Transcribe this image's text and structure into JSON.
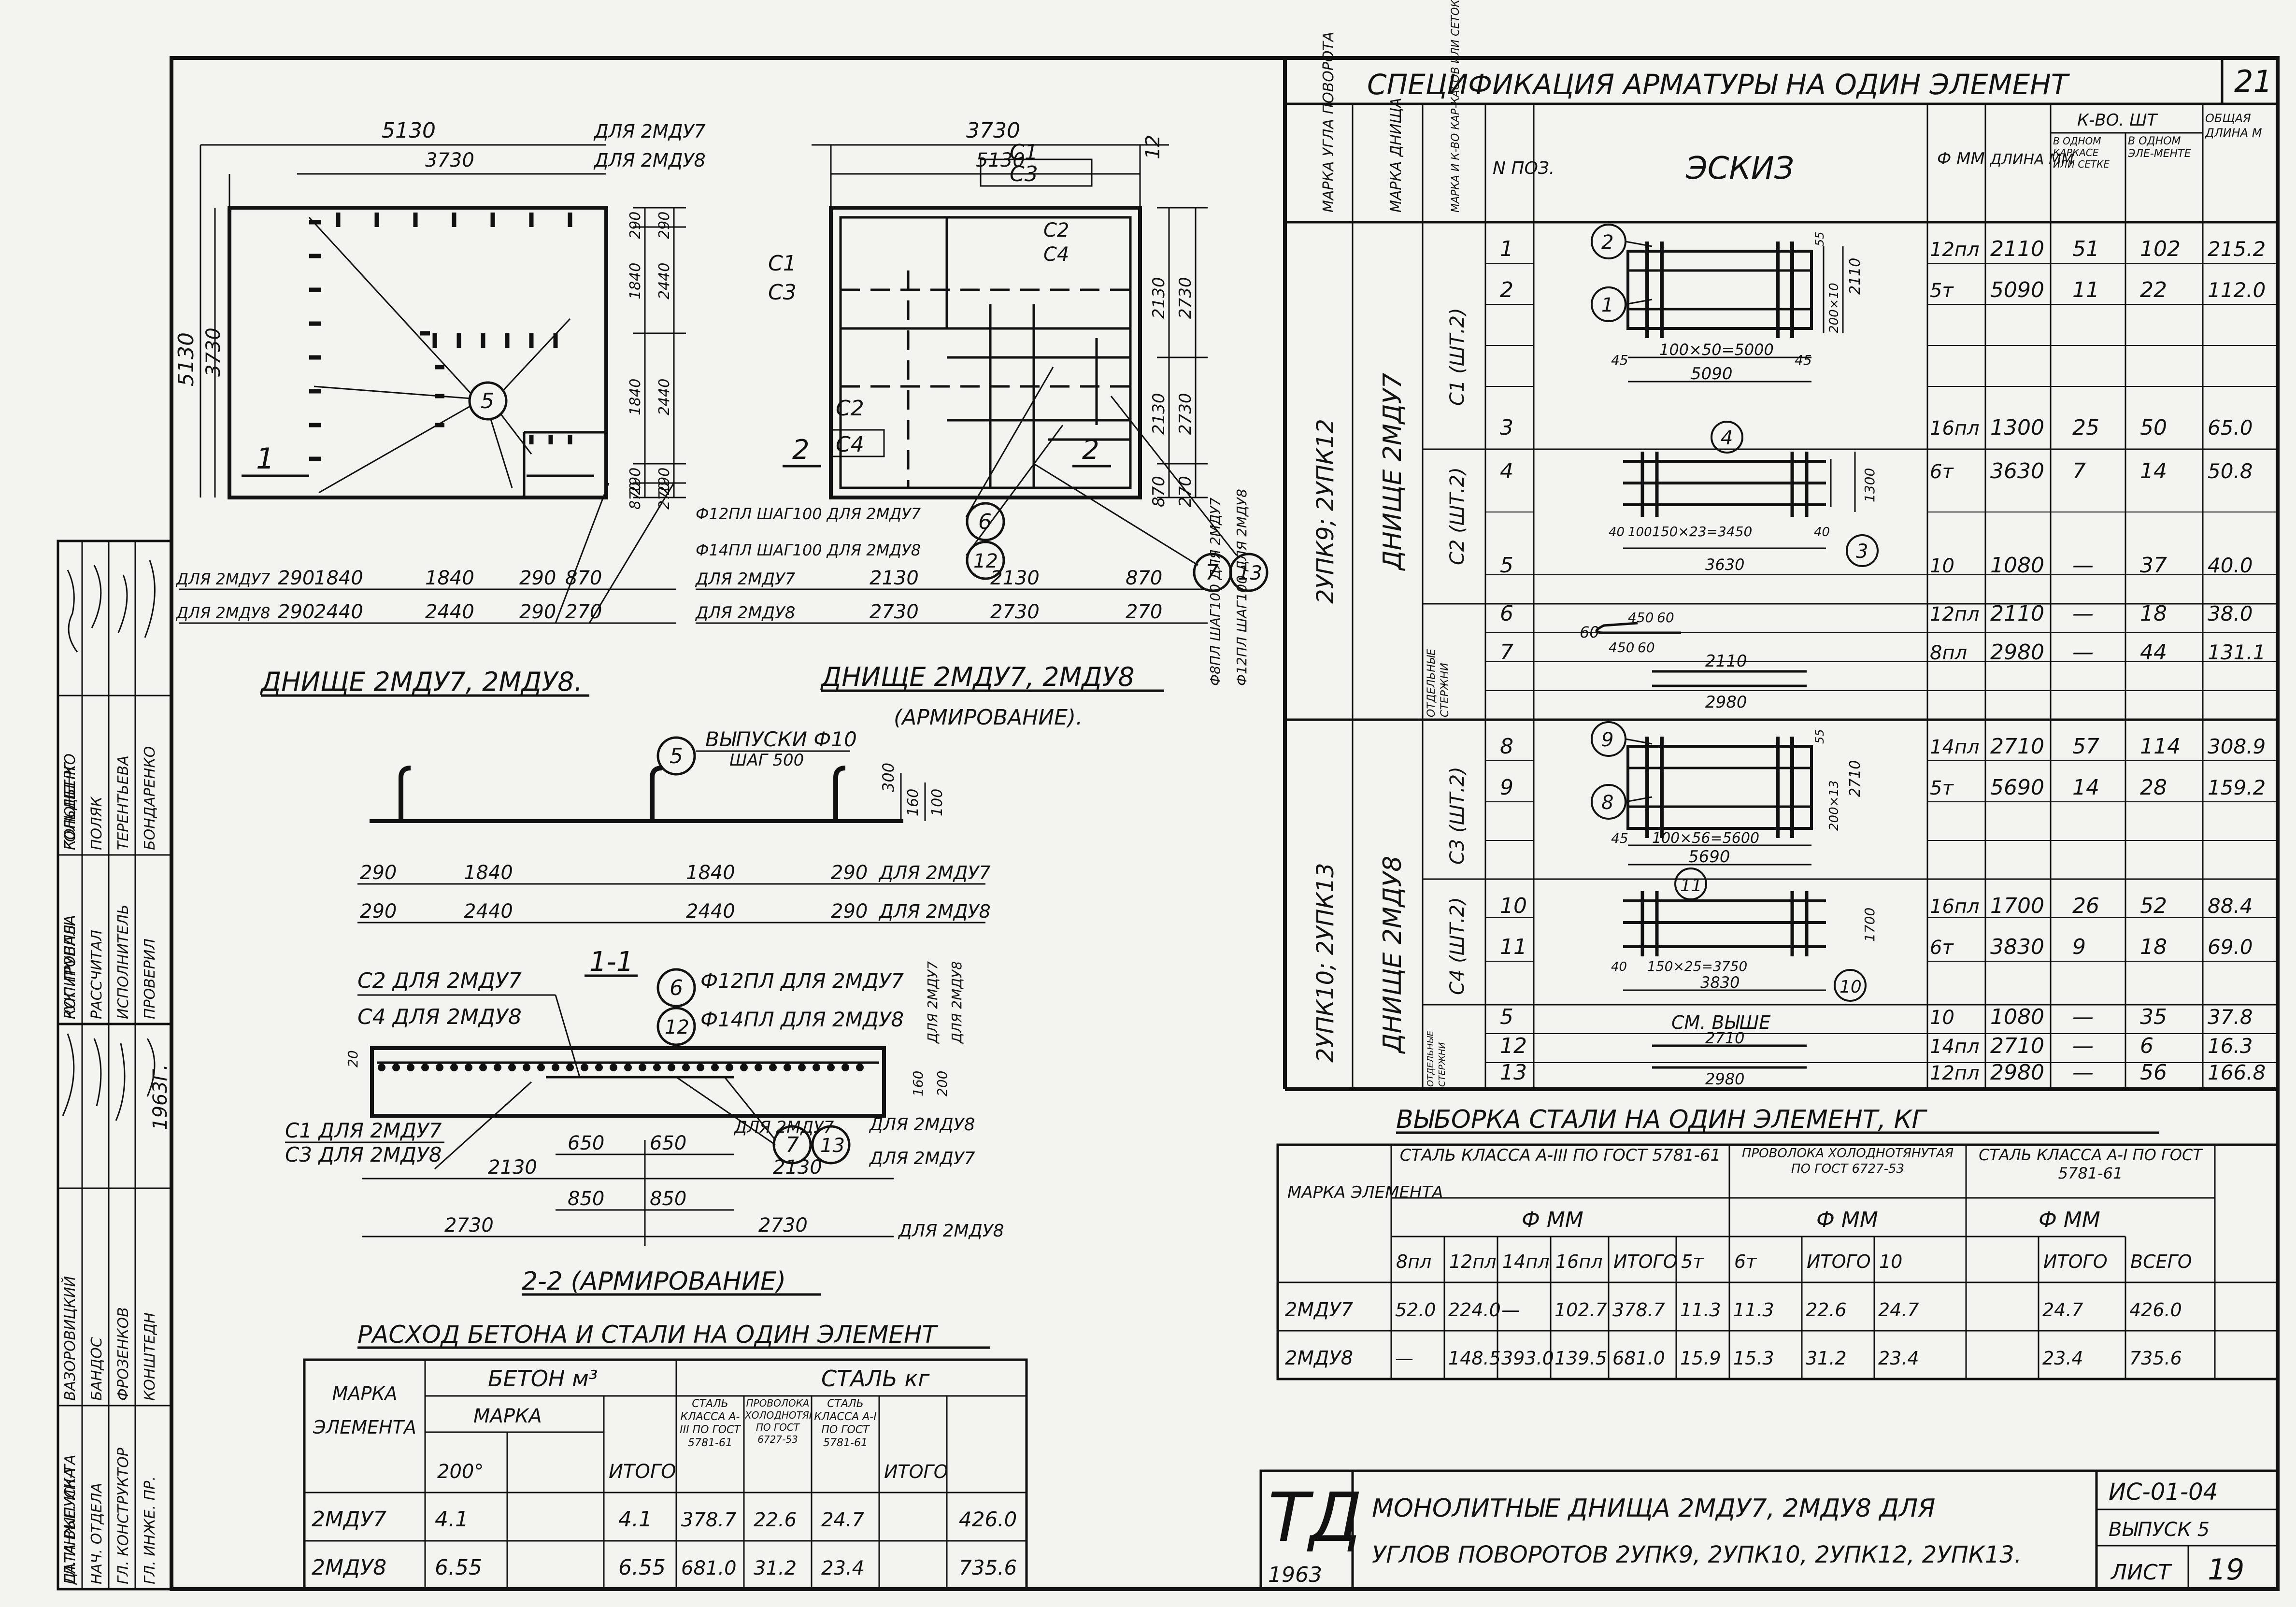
{
  "sheet_number": "21",
  "spec": {
    "title": "СПЕЦИФИКАЦИЯ АРМАТУРЫ НА ОДИН ЭЛЕМЕНТ",
    "headers": {
      "marka_ugla": "МАРКА УГЛА ПОВОРОТА",
      "marka_dnisha": "МАРКА ДНИЩА",
      "marka_karkasa": "МАРКА И К-ВО КАР-КАСОВ ИЛИ СЕТОК",
      "pos": "N ПОЗ.",
      "sketch": "ЭСКИЗ",
      "diam": "Ф ММ",
      "length": "ДЛИНА ММ",
      "qty": "К-ВО. ШТ",
      "qty_one": "В ОДНОМ КАРКАСЕ ИЛИ СЕТКЕ",
      "qty_elem": "В ОДНОМ ЭЛЕ-МЕНТЕ",
      "total_len": "ОБЩАЯ ДЛИНА М"
    },
    "group1": {
      "ugol": "2УПК9; 2УПК12",
      "dnishe": "ДНИЩЕ 2МДУ7",
      "karkas_a": "С1 (ШТ.2)",
      "karkas_b": "С2 (ШТ.2)",
      "otd": "ОТДЕЛЬНЫЕ СТЕРЖНИ"
    },
    "group2": {
      "ugol": "2УПК10; 2УПК13",
      "dnishe": "ДНИЩЕ 2МДУ8",
      "karkas_a": "С3 (ШТ.2)",
      "karkas_b": "С4 (ШТ.2)",
      "otd": "ОТДЕЛЬНЫЕ СТЕРЖНИ"
    },
    "rows": [
      {
        "pos": "1",
        "diam": "12пл",
        "len": "2110",
        "one": "51",
        "elem": "102",
        "total": "215.2"
      },
      {
        "pos": "2",
        "diam": "5т",
        "len": "5090",
        "one": "11",
        "elem": "22",
        "total": "112.0"
      },
      {
        "pos": "3",
        "diam": "16пл",
        "len": "1300",
        "one": "25",
        "elem": "50",
        "total": "65.0"
      },
      {
        "pos": "4",
        "diam": "6т",
        "len": "3630",
        "one": "7",
        "elem": "14",
        "total": "50.8"
      },
      {
        "pos": "5",
        "diam": "10",
        "len": "1080",
        "one": "—",
        "elem": "37",
        "total": "40.0"
      },
      {
        "pos": "6",
        "diam": "12пл",
        "len": "2110",
        "one": "—",
        "elem": "18",
        "total": "38.0"
      },
      {
        "pos": "7",
        "diam": "8пл",
        "len": "2980",
        "one": "—",
        "elem": "44",
        "total": "131.1"
      },
      {
        "pos": "8",
        "diam": "14пл",
        "len": "2710",
        "one": "57",
        "elem": "114",
        "total": "308.9"
      },
      {
        "pos": "9",
        "diam": "5т",
        "len": "5690",
        "one": "14",
        "elem": "28",
        "total": "159.2"
      },
      {
        "pos": "10",
        "diam": "16пл",
        "len": "1700",
        "one": "26",
        "elem": "52",
        "total": "88.4"
      },
      {
        "pos": "11",
        "diam": "6т",
        "len": "3830",
        "one": "9",
        "elem": "18",
        "total": "69.0"
      },
      {
        "pos": "5",
        "diam": "10",
        "len": "1080",
        "one": "—",
        "elem": "35",
        "total": "37.8"
      },
      {
        "pos": "12",
        "diam": "14пл",
        "len": "2710",
        "one": "—",
        "elem": "6",
        "total": "16.3"
      },
      {
        "pos": "13",
        "diam": "12пл",
        "len": "2980",
        "one": "—",
        "elem": "56",
        "total": "166.8"
      }
    ],
    "sketch_labels": {
      "s1_dim": "100×50=5000",
      "s1_len": "5090",
      "s1_h": "2110",
      "s1_side": "200×10",
      "s2_dim": "150×23=3450",
      "s2_len": "3630",
      "s2_h": "1300",
      "s5_a": "450",
      "s5_b": "60",
      "s6": "2110",
      "s7": "2980",
      "s3_dim": "100×56=5600",
      "s3_len": "5690",
      "s3_h": "2710",
      "s3_side": "200×13",
      "s4_dim": "150×25=3750",
      "s4_len": "3830",
      "s4_h": "1700",
      "sm_vyshe": "СМ. ВЫШЕ",
      "s12": "2710",
      "s13": "2980",
      "n45": "45",
      "n55": "55",
      "n40": "40",
      "n60": "60",
      "n100": "100"
    }
  },
  "vyborka": {
    "title": "ВЫБОРКА СТАЛИ НА ОДИН ЭЛЕМЕНТ, КГ",
    "h_marka": "МАРКА ЭЛЕМЕНТА",
    "h_a3": "СТАЛЬ КЛАССА А-III ПО ГОСТ 5781-61",
    "h_wire": "ПРОВОЛОКА ХОЛОДНОТЯНУТАЯ ПО ГОСТ 6727-53",
    "h_a1": "СТАЛЬ КЛАССА А-I ПО ГОСТ 5781-61",
    "h_phi": "Ф ММ",
    "cols": [
      "8пл",
      "12пл",
      "14пл",
      "16пл",
      "ИТОГО",
      "5т",
      "6т",
      "ИТОГО",
      "10",
      "",
      "ИТОГО",
      "ВСЕГО"
    ],
    "rows": [
      {
        "marka": "2МДУ7",
        "v": [
          "52.0",
          "224.0",
          "—",
          "102.7",
          "378.7",
          "11.3",
          "11.3",
          "22.6",
          "24.7",
          "",
          "24.7",
          "426.0"
        ]
      },
      {
        "marka": "2МДУ8",
        "v": [
          "—",
          "148.5",
          "393.0",
          "139.5",
          "681.0",
          "15.9",
          "15.3",
          "31.2",
          "23.4",
          "",
          "23.4",
          "735.6"
        ]
      }
    ]
  },
  "rashod": {
    "title": "РАСХОД БЕТОНА И СТАЛИ НА ОДИН ЭЛЕМЕНТ",
    "h_marka": "МАРКА ЭЛЕМЕНТА",
    "h_beton": "БЕТОН м³",
    "h_beton_marka": "МАРКА",
    "h_200": "200°",
    "h_itogo": "ИТОГО",
    "h_stal": "СТАЛЬ кг",
    "h_s1": "СТАЛЬ КЛАССА А-III ПО ГОСТ 5781-61",
    "h_s2": "ПРОВОЛОКА ХОЛОДНОТЯНУТАЯ ПО ГОСТ 6727-53",
    "h_s3": "СТАЛЬ КЛАССА А-I ПО ГОСТ 5781-61",
    "h_itogo2": "ИТОГО",
    "rows": [
      {
        "marka": "2МДУ7",
        "b200": "4.1",
        "bit": "4.1",
        "s1": "378.7",
        "s2": "22.6",
        "s3": "24.7",
        "it": "426.0"
      },
      {
        "marka": "2МДУ8",
        "b200": "6.55",
        "bit": "6.55",
        "s1": "681.0",
        "s2": "31.2",
        "s3": "23.4",
        "it": "735.6"
      }
    ]
  },
  "title_block": {
    "logo": "ТД",
    "year": "1963",
    "title_l1": "МОНОЛИТНЫЕ ДНИЩА 2МДУ7, 2МДУ8 ДЛЯ",
    "title_l2": "УГЛОВ ПОВОРОТОВ 2УПК9, 2УПК10, 2УПК12, 2УПК13.",
    "code": "ИС-01-04",
    "vypusk": "ВЫПУСК 5",
    "list_label": "ЛИСТ",
    "list_num": "19"
  },
  "stamp": {
    "roles": [
      "ГЛ. ИНЖЕ. ИН-ТА",
      "НАЧ. ОТДЕЛА",
      "ГЛ. КОНСТРУКТОР",
      "ГЛ. ИНЖЕ. ПР.",
      "ДАТА ВЫПУСКА",
      "РУК. ГРУППЫ",
      "РАССЧИТАЛ",
      "ИСПОЛНИТЕЛЬ",
      "ПРОВЕРИЛ",
      "КОПИРОВАЛА"
    ],
    "names": [
      "ВАЗОРОВИЦКИЙ",
      "БАНДОС",
      "ФРОЗЕНКОВ",
      "КОНШТЕДН",
      "",
      "КОНОНЕНКО",
      "ПОЛЯК",
      "ТЕРЕНТЬЕВА",
      "БОНДАРЕНКО",
      "ГОЛЬДБЕРГ"
    ],
    "date": "1963Г."
  },
  "plan1": {
    "caption": "ДНИЩЕ 2МДУ7, 2МДУ8.",
    "top_dim1": "5130",
    "top_dim1_for": "ДЛЯ 2МДУ7",
    "top_dim2": "3730",
    "top_dim2_for": "ДЛЯ 2МДУ8",
    "left_dim1": "5130",
    "left_dim2": "3730",
    "right_a": [
      "290",
      "1840",
      "1840",
      "290",
      "870"
    ],
    "right_b": [
      "290",
      "2440",
      "2440",
      "290",
      "270"
    ],
    "bottom_for7": "ДЛЯ 2МДУ7",
    "bottom_for8": "ДЛЯ 2МДУ8",
    "bottom7": [
      "290",
      "1840",
      "1840",
      "290",
      "870"
    ],
    "bottom8": [
      "290",
      "2440",
      "2440",
      "290",
      "270"
    ],
    "section": "1",
    "callout": "5"
  },
  "plan2": {
    "caption": "ДНИЩЕ 2МДУ7, 2МДУ8",
    "caption2": "(АРМИРОВАНИЕ).",
    "top_dim1": "3730",
    "top_dim2": "5130",
    "labels": [
      "С1",
      "С3",
      "С2",
      "С4"
    ],
    "right_a": [
      "2130",
      "2130",
      "870"
    ],
    "right_b": [
      "2730",
      "2730",
      "270"
    ],
    "bottom7": [
      "2130",
      "2130",
      "870"
    ],
    "bottom8": [
      "2730",
      "2730",
      "270"
    ],
    "for7": "ДЛЯ 2МДУ7",
    "for8": "ДЛЯ 2МДУ8",
    "note6": "Ф12ПЛ ШАГ100 ДЛЯ 2МДУ7",
    "note12": "Ф14ПЛ ШАГ100 ДЛЯ 2МДУ8",
    "note7": "Ф8ПЛ ШАГ100 ДЛЯ 2МДУ7",
    "note13": "Ф12ПЛ ШАГ100 ДЛЯ 2МДУ8",
    "section": "2",
    "dim12": "12"
  },
  "section11": {
    "title": "1-1",
    "vypusk": "ВЫПУСКИ Ф10",
    "shag": "ШАГ 500",
    "v": [
      "300",
      "160",
      "100"
    ],
    "row7": [
      "290",
      "1840",
      "1840",
      "290"
    ],
    "for7": "ДЛЯ 2МДУ7",
    "row8": [
      "290",
      "2440",
      "2440",
      "290"
    ],
    "for8": "ДЛЯ 2МДУ8",
    "callout": "5"
  },
  "section22": {
    "title": "2-2 (АРМИРОВАНИЕ)",
    "c2": "С2 ДЛЯ 2МДУ7",
    "c4": "С4 ДЛЯ 2МДУ8",
    "c1": "С1 ДЛЯ 2МДУ7",
    "c3": "С3 ДЛЯ 2МДУ8",
    "n6": "Ф12ПЛ ДЛЯ 2МДУ7",
    "n12": "Ф14ПЛ ДЛЯ 2МДУ8",
    "d650": "650",
    "d850": "850",
    "d2130": "2130",
    "d2730": "2730",
    "for7": "ДЛЯ 2МДУ7",
    "for8": "ДЛЯ 2МДУ8",
    "v160": "160",
    "v200": "200",
    "d20": "20"
  }
}
